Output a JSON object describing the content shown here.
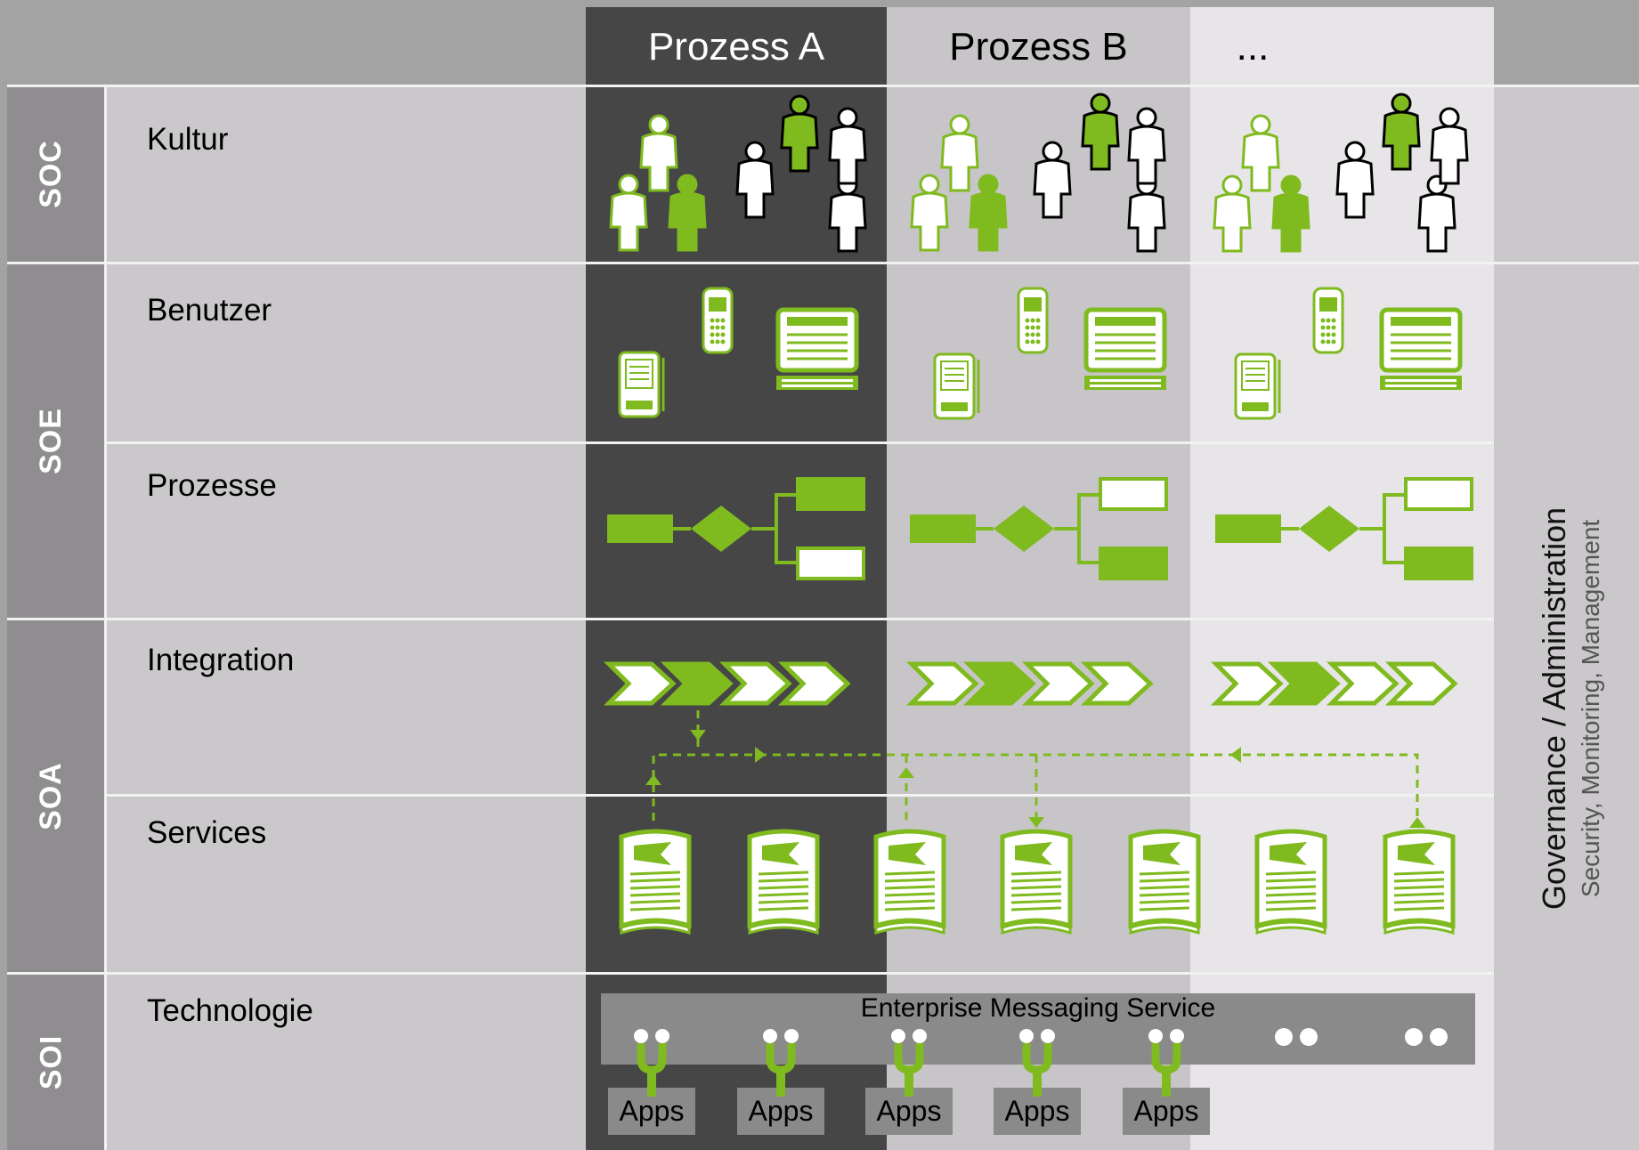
{
  "header": {
    "process_a": "Prozess A",
    "process_b": "Prozess B",
    "process_more": "..."
  },
  "layers": [
    {
      "abbr": "SOC",
      "rows": [
        "Kultur"
      ]
    },
    {
      "abbr": "SOE",
      "rows": [
        "Benutzer",
        "Prozesse"
      ]
    },
    {
      "abbr": "SOA",
      "rows": [
        "Integration",
        "Services"
      ]
    },
    {
      "abbr": "SOI",
      "rows": [
        "Technologie"
      ]
    }
  ],
  "governance": {
    "title": "Governance / Administration",
    "subtitle": "Security, Monitoring, Management"
  },
  "technology": {
    "bus_label": "Enterprise Messaging Service",
    "apps": [
      "Apps",
      "Apps",
      "Apps",
      "Apps",
      "Apps"
    ]
  },
  "colors": {
    "green": "#7fba1f",
    "dark_column": "#464646",
    "mid_column": "#c8c5c8",
    "light_column": "#e8e5e8",
    "label_column": "#cbc8cb",
    "side_bar": "#8f8d8f"
  },
  "icons": [
    "person-icon",
    "mobile-phone-icon",
    "pda-icon",
    "terminal-icon",
    "process-flow-icon",
    "chevron-arrow-icon",
    "service-document-icon",
    "connector-icon"
  ]
}
